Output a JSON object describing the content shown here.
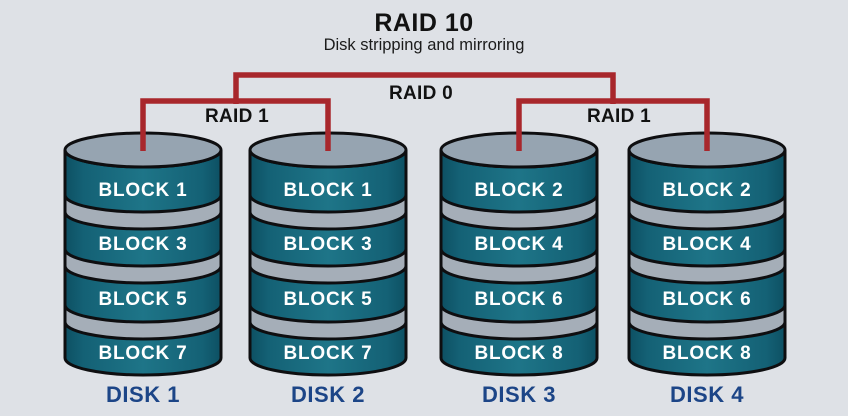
{
  "title": "RAID 10",
  "subtitle": "Disk stripping and mirroring",
  "tree": {
    "root_label": "RAID 0",
    "groups": [
      {
        "label": "RAID 1"
      },
      {
        "label": "RAID 1"
      }
    ]
  },
  "disks": [
    {
      "name": "DISK 1",
      "blocks": [
        "BLOCK 1",
        "BLOCK 3",
        "BLOCK 5",
        "BLOCK 7"
      ]
    },
    {
      "name": "DISK 2",
      "blocks": [
        "BLOCK 1",
        "BLOCK 3",
        "BLOCK 5",
        "BLOCK 7"
      ]
    },
    {
      "name": "DISK 3",
      "blocks": [
        "BLOCK 2",
        "BLOCK 4",
        "BLOCK 6",
        "BLOCK 8"
      ]
    },
    {
      "name": "DISK 4",
      "blocks": [
        "BLOCK 2",
        "BLOCK 4",
        "BLOCK 6",
        "BLOCK 8"
      ]
    }
  ],
  "colors": {
    "background": "#dee1e6",
    "connector_red": "#a8272c",
    "disk_teal": "#1a6e81",
    "disk_teal_dark": "#0d5063",
    "disk_teal_mid": "#146175",
    "disk_teal_light": "#1e7588",
    "lid_gray": "#96a4b1",
    "band_gray": "#a5aeb8",
    "outline_black": "#0e0e10",
    "block_text": "#ffffff",
    "disk_label_navy": "#1c4587",
    "title_text": "#121212"
  }
}
